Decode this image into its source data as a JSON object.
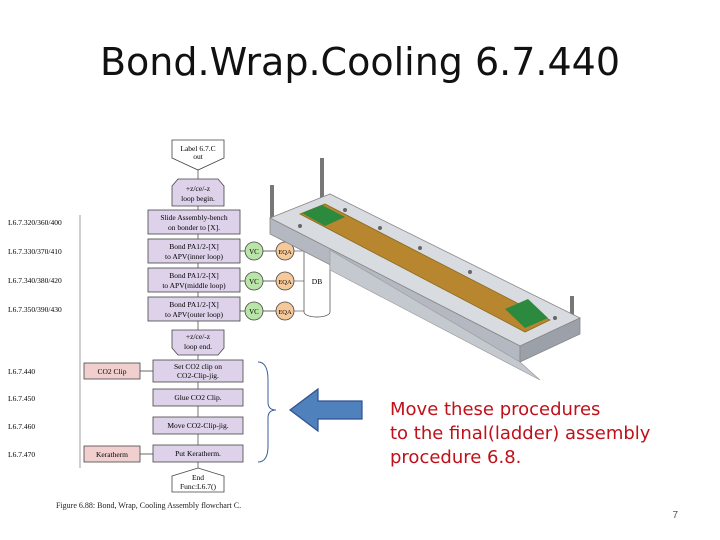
{
  "title": "Bond.Wrap.Cooling 6.7.440",
  "flowchart": {
    "start": [
      "Label 6.7.C",
      "out"
    ],
    "loop_begin": [
      "+z/ce/-z",
      "loop begin."
    ],
    "row_labels": [
      "L6.7.320/360/400",
      "L6.7.330/370/410",
      "L6.7.340/380/420",
      "L6.7.350/390/430",
      "L6.7.440",
      "L6.7.450",
      "L6.7.460",
      "L6.7.470"
    ],
    "steps": [
      [
        "Slide Assembly-bench",
        "on bonder to [X]."
      ],
      [
        "Bond PA1/2-[X]",
        "to APV(inner loop)"
      ],
      [
        "Bond PA1/2-[X]",
        "to APV(middle loop)"
      ],
      [
        "Bond PA1/2-[X]",
        "to APV(outer loop)"
      ]
    ],
    "loop_end": [
      "+z/ce/-z",
      "loop end."
    ],
    "post_steps": [
      [
        "Set CO2 clip on",
        "CO2-Clip-jig."
      ],
      [
        "Glue CO2 Clip."
      ],
      [
        "Move CO2-Clip-jig."
      ],
      [
        "Put Keratherm."
      ]
    ],
    "end": [
      "End",
      "Func:L6.7()"
    ],
    "side_items": [
      "CO2 Clip",
      "Keratherm"
    ],
    "vc_label": "VC",
    "eqa_label": "EQA",
    "db_label": "DB",
    "caption": "Figure 6.88:  Bond, Wrap, Cooling Assembly flowchart C."
  },
  "colors": {
    "step_fill": "#ddd2ea",
    "side_fill": "#f2cfcf",
    "vc_fill": "#b9e6a8",
    "eqa_fill": "#f6c99a",
    "arrow_fill": "#4f81bd",
    "note_color": "#c0101a"
  },
  "note": [
    "Move these procedures",
    "to the final(ladder) assembly",
    "procedure 6.8."
  ],
  "page_number": "7"
}
